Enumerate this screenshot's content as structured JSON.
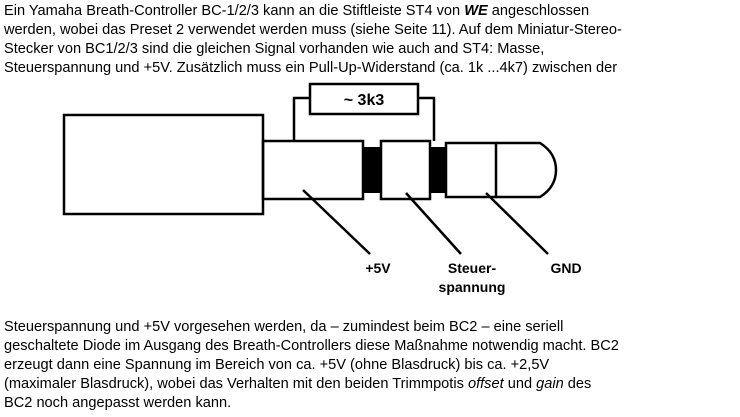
{
  "top_text": {
    "line1_a": "Ein Yamaha Breath-Controller BC-1/2/3 kann an die Stiftleiste ST4 von ",
    "line1_we": "WE",
    "line1_b": " angeschlossen",
    "line2": "werden, wobei das Preset 2 verwendet werden muss (siehe Seite 11). Auf dem Miniatur-Stereo-",
    "line3": "Stecker von BC1/2/3 sind die gleichen Signal vorhanden wie auch and ST4: Masse,",
    "line4": "Steuerspannung und +5V. Zusätzlich muss ein Pull-Up-Widerstand (ca. 1k ...4k7) zwischen der"
  },
  "diagram": {
    "resistor_label": "~ 3k3",
    "label_5v": "+5V",
    "label_steuer_1": "Steuer-",
    "label_steuer_2": "spannung",
    "label_gnd": "GND"
  },
  "bottom_text": {
    "line1": "Steuerspannung und +5V vorgesehen werden, da – zumindest beim BC2 – eine seriell",
    "line2": "geschaltete Diode im Ausgang des Breath-Controllers diese Maßnahme notwendig macht. BC2",
    "line3": "erzeugt dann eine Spannung im Bereich von ca. +5V (ohne Blasdruck) bis ca. +2,5V",
    "line4_a": "(maximaler Blasdruck), wobei das Verhalten mit den beiden Trimmpotis ",
    "line4_offset": "offset",
    "line4_b": " und ",
    "line4_gain": "gain",
    "line4_c": " des",
    "line5": "BC2 noch angepasst werden kann."
  }
}
